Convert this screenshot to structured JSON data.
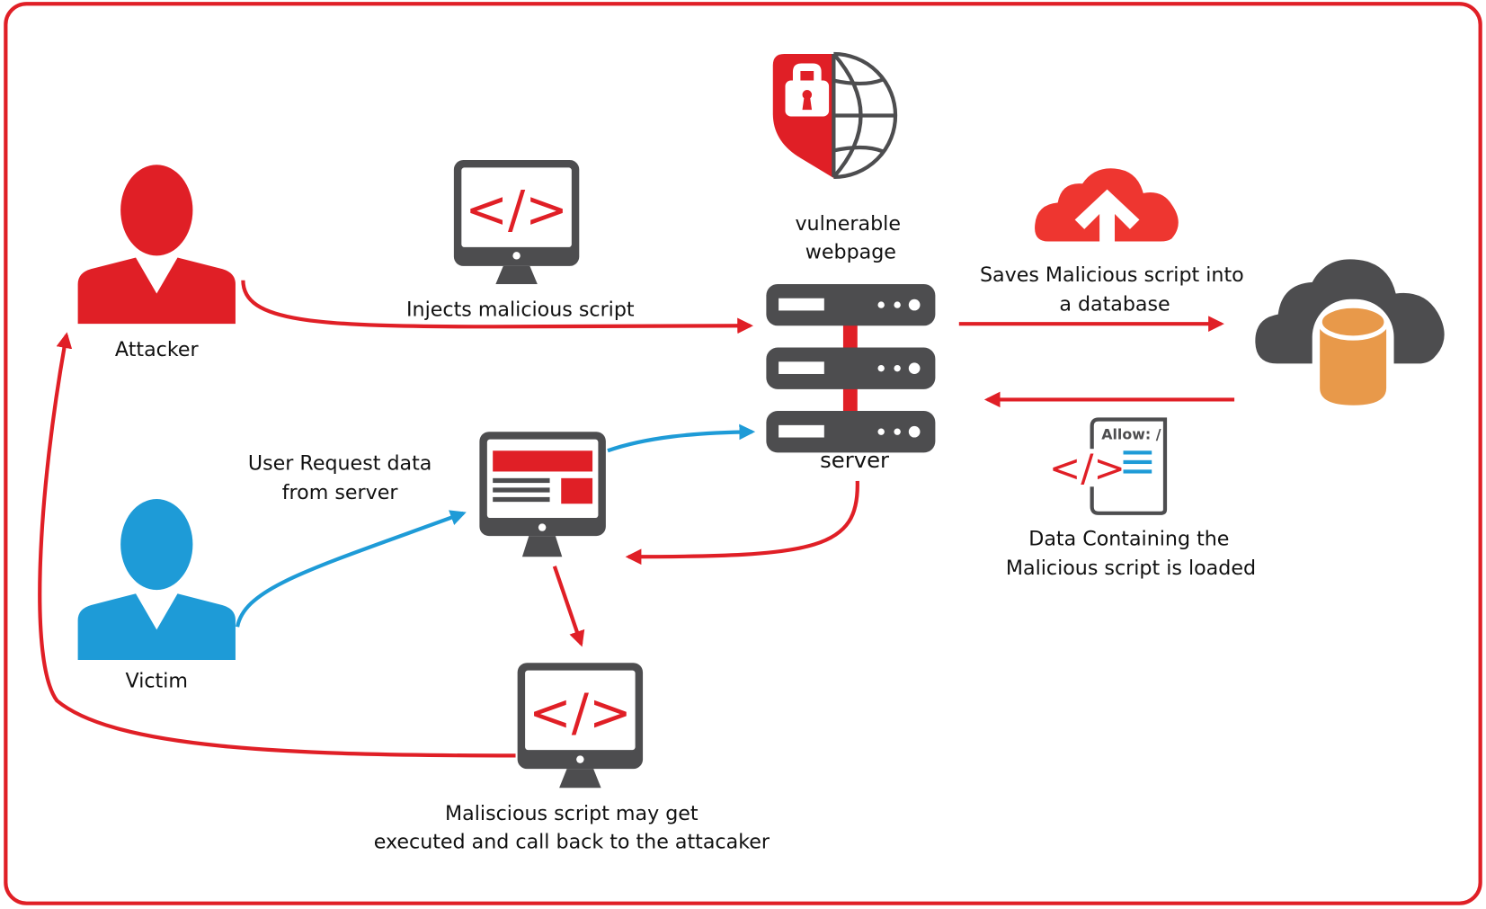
{
  "title": "Stored XSS attack flow",
  "colors": {
    "red": "#e01f26",
    "blue": "#1e9bd7",
    "dark": "#4d4d4f",
    "orange": "#e8994a",
    "cloud_red": "#ee3630"
  },
  "nodes": {
    "attacker": {
      "label": "Attacker",
      "icon": "user-icon"
    },
    "victim": {
      "label": "Victim",
      "icon": "user-icon"
    },
    "server": {
      "label": "server",
      "icon": "server-rack-icon"
    },
    "webpage": {
      "label_line1": "vulnerable",
      "label_line2": "webpage",
      "icon": "shield-globe-icon"
    },
    "database": {
      "icon": "cloud-database-icon"
    },
    "upload_cloud": {
      "icon": "cloud-upload-icon"
    },
    "inject_monitor": {
      "icon": "code-monitor-icon",
      "code": "</>"
    },
    "victim_monitor": {
      "icon": "webpage-monitor-icon"
    },
    "exec_monitor": {
      "icon": "code-monitor-icon",
      "code": "</>"
    },
    "payload_doc": {
      "icon": "code-document-icon",
      "header": "Allow: /",
      "code": "</>"
    }
  },
  "edges": {
    "inject": {
      "label": "Injects malicious script"
    },
    "save": {
      "label_line1": "Saves Malicious script into",
      "label_line2": "a database"
    },
    "load": {
      "label_line1": "Data Containing the",
      "label_line2": "Malicious script is loaded"
    },
    "request": {
      "label_line1": "User Request data",
      "label_line2": "from server"
    },
    "execute": {
      "label_line1": "Maliscious script may get",
      "label_line2": "executed and call back to the attacaker"
    }
  }
}
